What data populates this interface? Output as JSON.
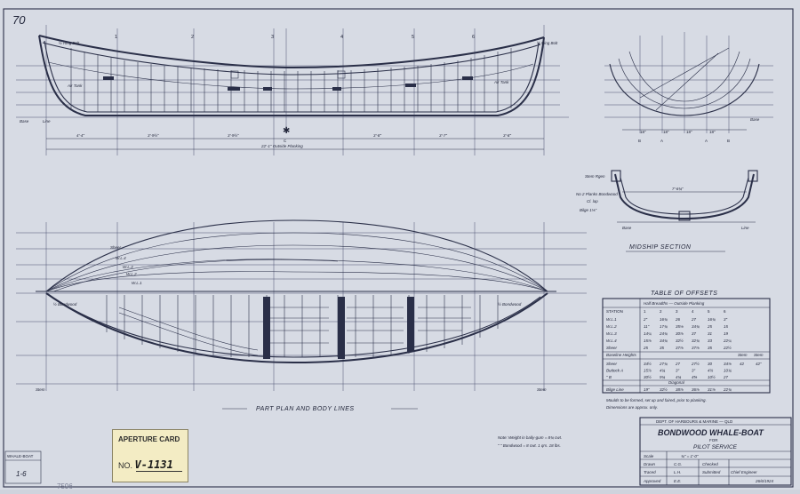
{
  "corner_mark": "70",
  "side_stamp": {
    "label": "WHALE-BOAT",
    "number": "1-6"
  },
  "pencil_number": "7596",
  "aperture_card": {
    "label": "APERTURE CARD",
    "no_label": "NO.",
    "number": "V-1131"
  },
  "profile": {
    "station_marks": [
      "1",
      "2",
      "3",
      "4",
      "5",
      "6"
    ],
    "dim_labels": [
      "4'-4\"",
      "3'-9½\"",
      "3'-9½\"",
      "3'-8\"",
      "3'-7\"",
      "3'-8\""
    ],
    "overall_dim": "22'-1\" Outside Planking",
    "base_label_left": "Base",
    "line_label_left": "Line",
    "air_tank_fwd": "Air Tank",
    "air_tank_aft": "Air Tank",
    "ring_bolt_fwd": "½ Ring Bolt",
    "ring_bolt_aft": "½ Ring Bolt",
    "center_mark": "C"
  },
  "body": {
    "base_label": "Base",
    "section_letters": [
      "B",
      "A",
      "A",
      "B"
    ],
    "half_widths": [
      "18\"",
      "18\"",
      "18\"",
      "18\""
    ]
  },
  "midship": {
    "title": "MIDSHIP SECTION",
    "notes": [
      "Stem Rgen",
      "No 2 Planks Bondwood",
      "Cl. lap",
      "Bilge 1⅛\""
    ],
    "dim": "7'-6¾\"",
    "base": "Base",
    "line": "Line"
  },
  "plan": {
    "title": "PART PLAN AND BODY LINES",
    "stem_left": "Stem",
    "stem_right": "Stem",
    "bondwood_left": "½ Bondwood",
    "bondwood_right": "½ Bondwood",
    "wl_labels": [
      "Sheer",
      "W.L.4",
      "W.L.3",
      "W.L.2",
      "W.L.1"
    ]
  },
  "offsets": {
    "title": "TABLE OF OFFSETS",
    "group1": "Half Breadths — Outside Planking",
    "header": [
      "STATION",
      "1",
      "2",
      "3",
      "4",
      "5",
      "6"
    ],
    "rows": [
      [
        "W.L.1",
        "2\"",
        "16¾",
        "26",
        "27",
        "16¾",
        "3\""
      ],
      [
        "W.L.2",
        "11\"",
        "17¾",
        "35⅛",
        "34¾",
        "25",
        "15"
      ],
      [
        "W.L.3",
        "14¼",
        "24¾",
        "30⅞",
        "37",
        "31",
        "19"
      ],
      [
        "W.L.4",
        "15⅞",
        "34¾",
        "32½",
        "32¾",
        "33",
        "22¼"
      ],
      [
        "Sheer",
        "25",
        "35",
        "37⅞",
        "37⅞",
        "35",
        "22½"
      ]
    ],
    "group2": "Baseline Heights",
    "stem_cols": [
      "Stem",
      "Stem"
    ],
    "rows2": [
      [
        "Sheer",
        "34½",
        "27¾",
        "27",
        "27½",
        "30",
        "34⅜",
        "42",
        "42\""
      ],
      [
        "Buttock A",
        "15⅞",
        "4¾",
        "3\"",
        "3\"",
        "4⅞",
        "10¾",
        "",
        ""
      ],
      [
        "\" B",
        "30½",
        "9¾",
        "4¾",
        "4⅝",
        "10½",
        "27",
        "",
        ""
      ]
    ],
    "group3": "Diagonal",
    "rows3": [
      [
        "Bilge Line",
        "19\"",
        "32½",
        "38⅞",
        "36⅞",
        "31⅜",
        "22¾"
      ]
    ],
    "note1": "Moulds to be formed, set up and faired, prior to planking.",
    "note2": "Dimensions are approx. only."
  },
  "notes": {
    "line1": "Note: Weight in bally-gum = 8¾ cwt.",
    "line2": "\"    \" Bondwood = 8 cwt. 1 qrs. 18 lbs."
  },
  "title_block": {
    "dept": "DEPT. OF HARBOURS & MARINE — QLD",
    "title": "BONDWOOD WHALE-BOAT",
    "for_label": "FOR",
    "subtitle": "PILOT SERVICE",
    "scale_label": "Scale",
    "scale_value": "¾\" = 1'-0\"",
    "drawn_label": "Drawn",
    "drawn_value": "C.G.",
    "checked_label": "Checked",
    "traced_label": "Traced",
    "traced_value": "L.H.",
    "submitted_label": "Submitted",
    "approved_label": "Approved",
    "approved_value": "E.E.",
    "chief_label": "Chief Engineer",
    "date_value": "26/6/1924"
  }
}
